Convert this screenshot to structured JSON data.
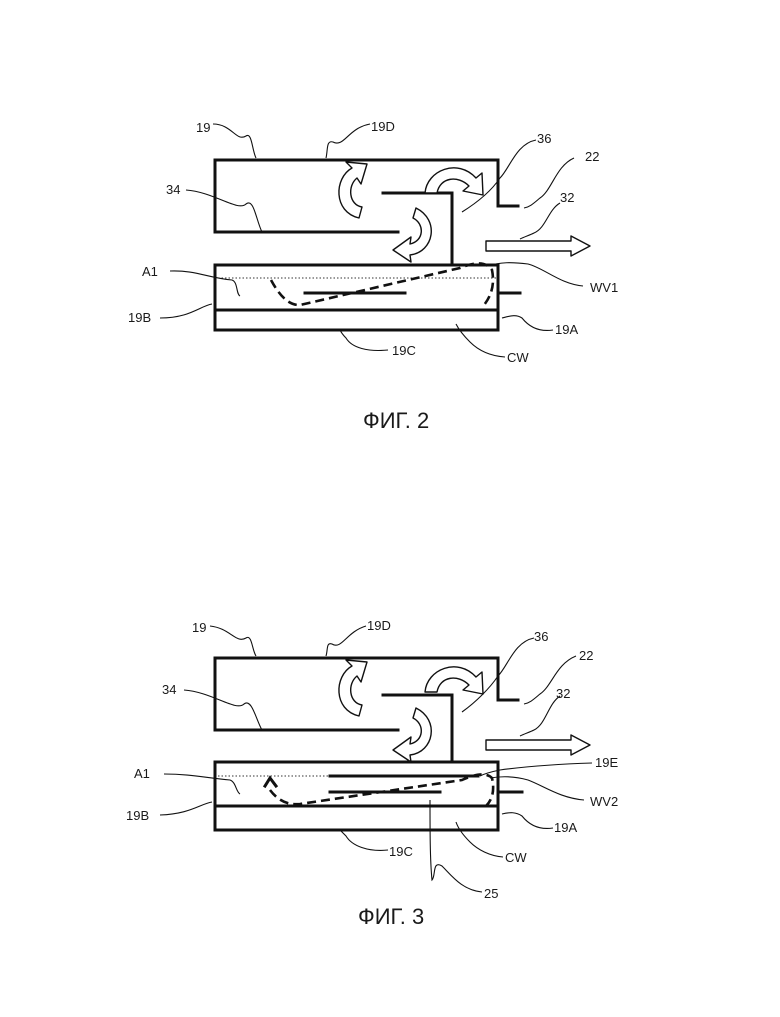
{
  "figures": [
    {
      "caption": "ФИГ. 2",
      "labels": {
        "l19": "19",
        "l19D": "19D",
        "l36": "36",
        "l22": "22",
        "l34": "34",
        "l32": "32",
        "lA1": "A1",
        "lWV": "WV1",
        "l19B": "19B",
        "l19A": "19A",
        "l19C": "19C",
        "lCW": "CW"
      }
    },
    {
      "caption": "ФИГ. 3",
      "labels": {
        "l19": "19",
        "l19D": "19D",
        "l36": "36",
        "l22": "22",
        "l34": "34",
        "l32": "32",
        "lA1": "A1",
        "l19E": "19E",
        "lWV": "WV2",
        "l19B": "19B",
        "l19A": "19A",
        "l19C": "19C",
        "lCW": "CW",
        "l25": "25"
      }
    }
  ]
}
